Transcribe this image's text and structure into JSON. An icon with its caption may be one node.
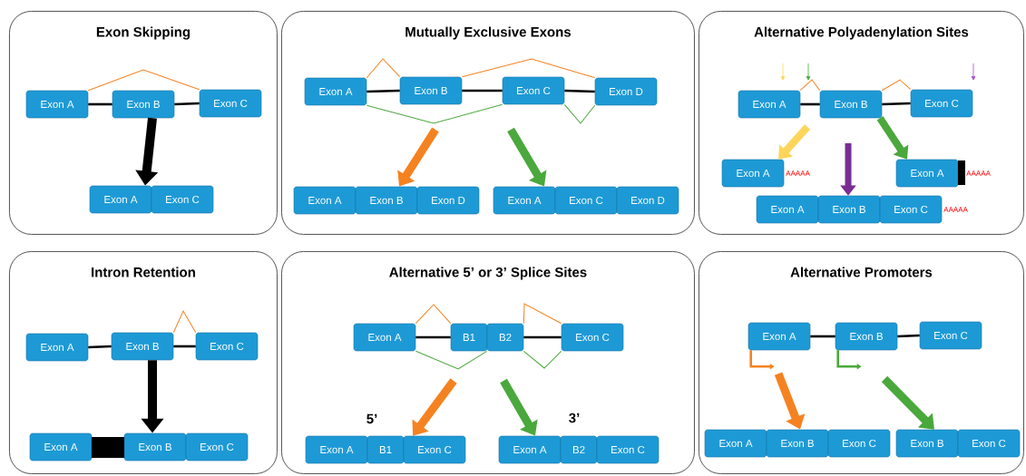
{
  "diagram": {
    "nodes": [
      {
        "text": [
          "Exon Skipping"
        ]
      },
      {
        "text": [
          "Exon A"
        ],
        "in": 0
      },
      {
        "text": [
          "Exon B"
        ],
        "in": 0
      },
      {
        "text": [
          "Exon C"
        ],
        "in": 0
      },
      {
        "text": [
          "Exon A"
        ],
        "in": 0
      },
      {
        "text": [
          "Exon C"
        ],
        "in": 0
      },
      {
        "text": [
          "Mutually Exclusive Exons"
        ]
      },
      {
        "text": [
          "Exon A"
        ],
        "in": 6
      },
      {
        "text": [
          "Exon B"
        ],
        "in": 6
      },
      {
        "text": [
          "Exon C"
        ],
        "in": 6
      },
      {
        "text": [
          "Exon D"
        ],
        "in": 6
      },
      {
        "text": [
          "Exon A"
        ],
        "in": 6
      },
      {
        "text": [
          "Exon B"
        ],
        "in": 6
      },
      {
        "text": [
          "Exon D"
        ],
        "in": 6
      },
      {
        "text": [
          "Exon A"
        ],
        "in": 6
      },
      {
        "text": [
          "Exon C"
        ],
        "in": 6
      },
      {
        "text": [
          "Exon D"
        ],
        "in": 6
      },
      {
        "text": [
          "Alternative Polyadenylation Sites"
        ]
      },
      {
        "text": [
          "Exon A"
        ],
        "in": 17
      },
      {
        "text": [
          "Exon B"
        ],
        "in": 17
      },
      {
        "text": [
          "Exon C"
        ],
        "in": 17
      },
      {
        "text": [
          "Exon A"
        ],
        "in": 17
      },
      {
        "text": [
          "Exon A"
        ],
        "in": 17
      },
      {
        "text": [
          "Exon A"
        ],
        "in": 17
      },
      {
        "text": [
          "Exon B"
        ],
        "in": 17
      },
      {
        "text": [
          "Exon C"
        ],
        "in": 17
      },
      {
        "text": [
          "Intron Retention"
        ]
      },
      {
        "text": [
          "Exon A"
        ],
        "in": 26
      },
      {
        "text": [
          "Exon B"
        ],
        "in": 26
      },
      {
        "text": [
          "Exon C"
        ],
        "in": 26
      },
      {
        "text": [
          "Exon A"
        ],
        "in": 26
      },
      {
        "text": [
          "Exon B"
        ],
        "in": 26
      },
      {
        "text": [
          "Exon C"
        ],
        "in": 26
      },
      {
        "text": [
          "Alternative 5’ or 3’ Splice Sites"
        ]
      },
      {
        "text": [
          "Exon A"
        ],
        "in": 33
      },
      {
        "text": [
          "B1"
        ],
        "in": 33
      },
      {
        "text": [
          "B2"
        ],
        "in": 33
      },
      {
        "text": [
          "Exon C"
        ],
        "in": 33
      },
      {
        "text": [
          "Exon A"
        ],
        "in": 33
      },
      {
        "text": [
          "B1"
        ],
        "in": 33
      },
      {
        "text": [
          "Exon C"
        ],
        "in": 33
      },
      {
        "text": [
          "Exon A"
        ],
        "in": 33
      },
      {
        "text": [
          "B2"
        ],
        "in": 33
      },
      {
        "text": [
          "Exon C"
        ],
        "in": 33
      },
      {
        "text": [
          "Alternative Promoters"
        ]
      },
      {
        "text": [
          "Exon A"
        ],
        "in": 44
      },
      {
        "text": [
          "Exon B"
        ],
        "in": 44
      },
      {
        "text": [
          "Exon C"
        ],
        "in": 44
      },
      {
        "text": [
          "Exon A"
        ],
        "in": 44
      },
      {
        "text": [
          "Exon B"
        ],
        "in": 44
      },
      {
        "text": [
          "Exon C"
        ],
        "in": 44
      },
      {
        "text": [
          "Exon B"
        ],
        "in": 44
      },
      {
        "text": [
          "Exon C"
        ],
        "in": 44
      }
    ],
    "edges": [
      {
        "from": 1,
        "to": 2,
        "arrow": "none"
      },
      {
        "from": 2,
        "to": 3,
        "arrow": "none"
      },
      {
        "from": 1,
        "to": 3,
        "arrow": "none",
        "color": "#f58220"
      },
      {
        "from": 2,
        "to": 4,
        "arrow": "to",
        "style": "thick"
      },
      {
        "from": 7,
        "to": 8,
        "arrow": "none"
      },
      {
        "from": 8,
        "to": 9,
        "arrow": "none"
      },
      {
        "from": 9,
        "to": 10,
        "arrow": "none"
      },
      {
        "from": 7,
        "to": 8,
        "arrow": "none",
        "color": "#f58220"
      },
      {
        "from": 8,
        "to": 10,
        "arrow": "none",
        "color": "#f58220"
      },
      {
        "from": 7,
        "to": 9,
        "arrow": "none",
        "color": "#4aa83c"
      },
      {
        "from": 9,
        "to": 10,
        "arrow": "none",
        "color": "#4aa83c"
      },
      {
        "from": null,
        "to": 12,
        "arrow": "to",
        "style": "thick",
        "color": "#f58220"
      },
      {
        "from": null,
        "to": 14,
        "arrow": "to",
        "style": "thick",
        "color": "#4aa83c"
      },
      {
        "from": 18,
        "to": 19,
        "arrow": "none"
      },
      {
        "from": 19,
        "to": 20,
        "arrow": "none"
      },
      {
        "from": 18,
        "to": 19,
        "arrow": "none",
        "color": "#f58220"
      },
      {
        "from": 19,
        "to": 20,
        "arrow": "none",
        "color": "#f58220"
      },
      {
        "from": null,
        "to": 21,
        "arrow": "to",
        "style": "thick",
        "color": "#fdd55a"
      },
      {
        "from": null,
        "to": 24,
        "arrow": "to",
        "style": "thick",
        "color": "#7a2c93"
      },
      {
        "from": 19,
        "to": 22,
        "arrow": "to",
        "style": "thick",
        "color": "#4aa83c"
      },
      {
        "from": 27,
        "to": 28,
        "arrow": "none"
      },
      {
        "from": 28,
        "to": 29,
        "arrow": "none"
      },
      {
        "from": 28,
        "to": 29,
        "arrow": "none",
        "color": "#f58220"
      },
      {
        "from": 28,
        "to": 31,
        "arrow": "to",
        "style": "thick"
      },
      {
        "from": 34,
        "to": 35,
        "arrow": "none"
      },
      {
        "from": 36,
        "to": 37,
        "arrow": "none"
      },
      {
        "from": 34,
        "to": 35,
        "arrow": "none",
        "color": "#f58220"
      },
      {
        "from": 36,
        "to": 37,
        "arrow": "none",
        "color": "#f58220"
      },
      {
        "from": 34,
        "to": 36,
        "arrow": "none",
        "color": "#4aa83c"
      },
      {
        "from": 36,
        "to": 37,
        "arrow": "none",
        "color": "#4aa83c"
      },
      {
        "from": null,
        "to": 40,
        "arrow": "to",
        "style": "thick",
        "color": "#f58220"
      },
      {
        "from": null,
        "to": 41,
        "arrow": "to",
        "style": "thick",
        "color": "#4aa83c"
      },
      {
        "from": 45,
        "to": 46,
        "arrow": "none"
      },
      {
        "from": 46,
        "to": 47,
        "arrow": "none"
      },
      {
        "from": null,
        "to": 49,
        "arrow": "to",
        "style": "thick",
        "color": "#f58220"
      },
      {
        "from": null,
        "to": 51,
        "arrow": "to",
        "style": "thick",
        "color": "#4aa83c"
      },
      {
        "from": 45,
        "to": null,
        "arrow": "to",
        "color": "#f58220"
      },
      {
        "from": 46,
        "to": null,
        "arrow": "to",
        "color": "#4aa83c"
      }
    ],
    "labels": [
      "AAAAA",
      "AAAAA",
      "AAAAA",
      "5’",
      "3’"
    ]
  }
}
